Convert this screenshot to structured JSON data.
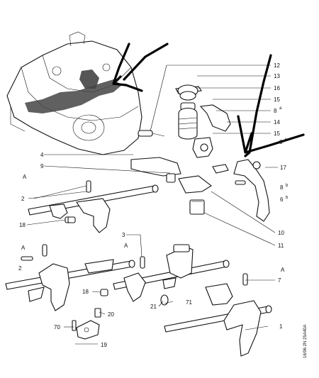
{
  "callouts": {
    "c1": "1",
    "c2a": "2",
    "c2b": "2",
    "c3": "3",
    "c4": "4",
    "c7": "7",
    "c8a": "8",
    "c8b": "8",
    "c8c": "8",
    "c9": "9",
    "c10": "10",
    "c11": "11",
    "c12": "12",
    "c13": "13",
    "c14": "14",
    "c15a": "15",
    "c15b": "15",
    "c16": "16",
    "c17": "17",
    "c18a": "18",
    "c18b": "18",
    "c19": "19",
    "c20": "20",
    "c21": "21",
    "c70": "70",
    "c71": "71",
    "a1": "A",
    "a2": "A",
    "a3": "A",
    "a4": "A",
    "sub_a": "a",
    "sub_b1": "b",
    "sub_b2": "b",
    "sub_b3": "b"
  },
  "reference": "16/96 2N 25A40A"
}
